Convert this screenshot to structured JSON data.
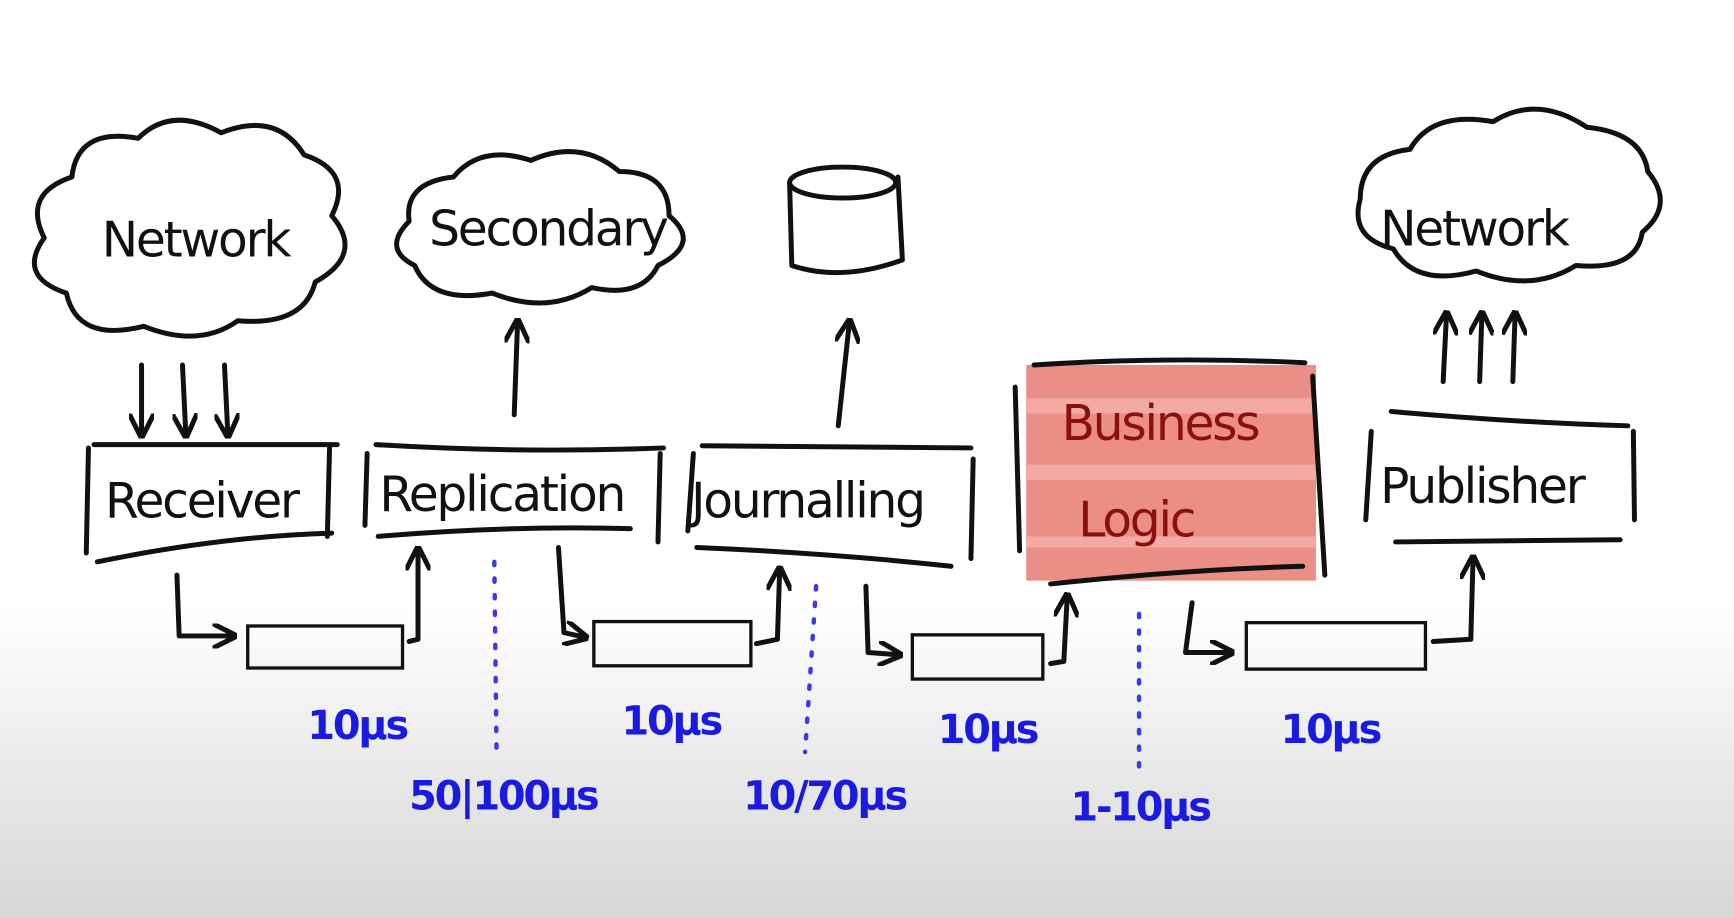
{
  "nodes": {
    "network_in": "Network",
    "secondary": "Secondary",
    "network_out": "Network",
    "receiver": "Receiver",
    "replication": "Replication",
    "journalling": "Journalling",
    "business_logic_line1": "Business",
    "business_logic_line2": "Logic",
    "publisher": "Publisher"
  },
  "latencies": {
    "receiver_queue": "10µs",
    "replication": "50|100µs",
    "replication_queue": "10µs",
    "journalling": "10/70µs",
    "journalling_queue": "10µs",
    "business_logic": "1-10µs",
    "publisher_queue": "10µs"
  },
  "colors": {
    "ink": "#111111",
    "latency": "#1a1ae0",
    "highlight": "#e87a70"
  }
}
